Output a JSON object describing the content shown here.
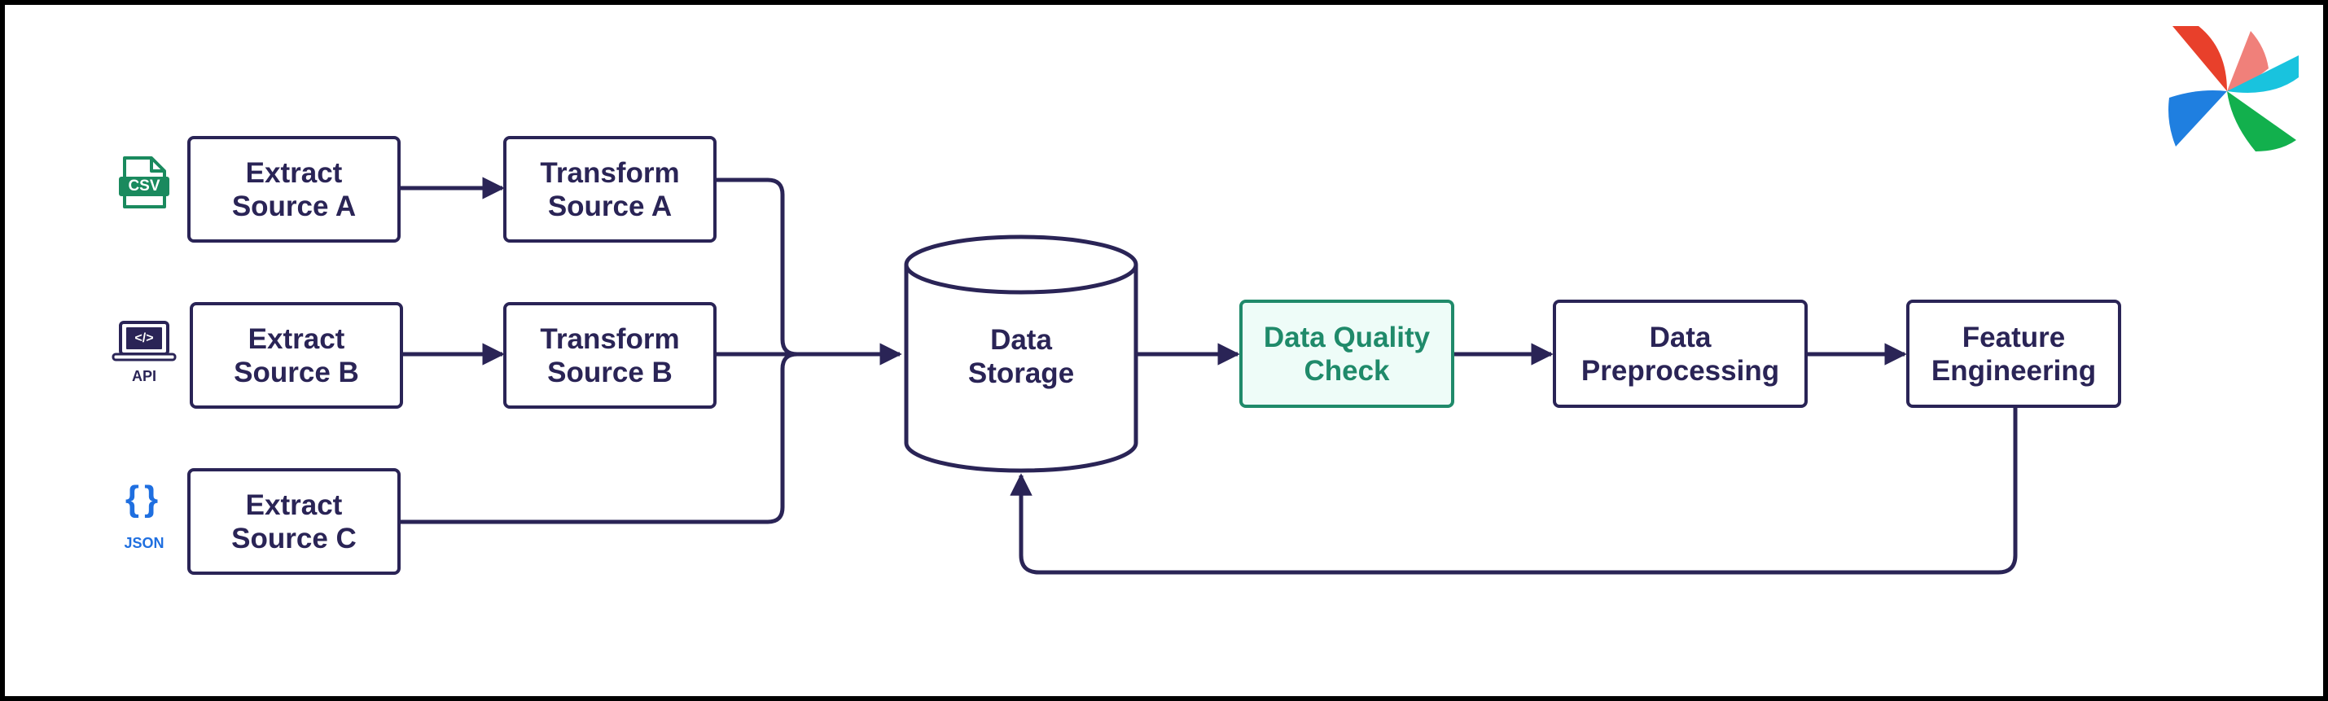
{
  "sources": [
    {
      "icon": "csv-file-icon",
      "icon_text": "CSV",
      "extract": "Extract\nSource A",
      "transform": "Transform\nSource A"
    },
    {
      "icon": "api-laptop-icon",
      "icon_text": "API",
      "screen_glyph": "</>",
      "extract": "Extract\nSource B",
      "transform": "Transform\nSource B"
    },
    {
      "icon": "json-braces-icon",
      "icon_text": "JSON",
      "braces": "{}",
      "extract": "Extract\nSource C"
    }
  ],
  "storage": {
    "label": "Data\nStorage"
  },
  "pipeline": [
    {
      "label": "Data Quality\nCheck",
      "highlight": true
    },
    {
      "label": "Data\nPreprocessing"
    },
    {
      "label": "Feature\nEngineering"
    }
  ],
  "logo": {
    "icon": "pinwheel-logo-icon"
  },
  "colors": {
    "stroke": "#2a2456",
    "highlight": "#1f8a6a",
    "highlight_fill": "#eefcf8",
    "csv_green": "#1a8a5e",
    "json_blue": "#1f6fe0"
  }
}
